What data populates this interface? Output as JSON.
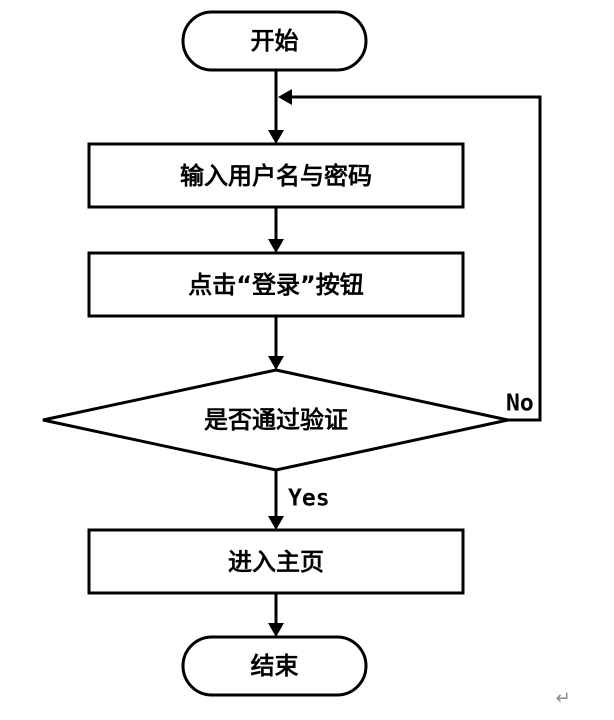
{
  "flowchart": {
    "nodes": {
      "start": "开始",
      "input_credentials": "输入用户名与密码",
      "click_login": "点击“登录”按钮",
      "verify_decision": "是否通过验证",
      "enter_home": "进入主页",
      "end": "结束"
    },
    "edges": {
      "yes_label": "Yes",
      "no_label": "No"
    },
    "corner_mark": "↵"
  }
}
